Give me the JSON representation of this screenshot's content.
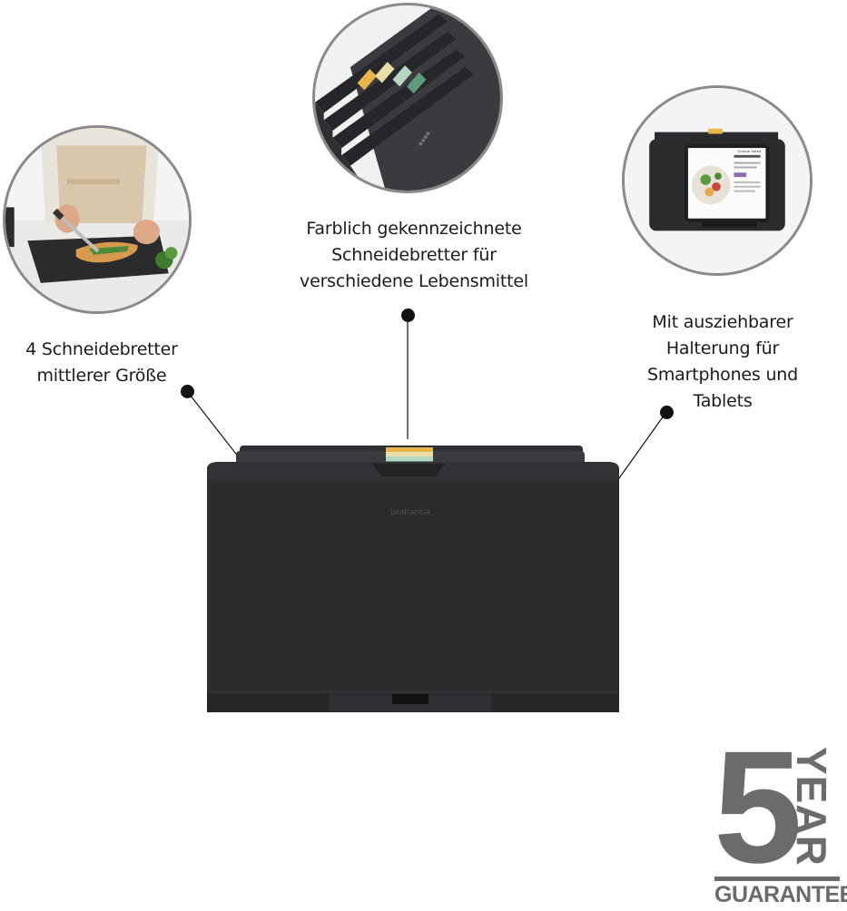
{
  "captions": {
    "left": [
      "4 Schneidebretter",
      "mittlerer Größe"
    ],
    "center": [
      "Farblich gekennzeichnete",
      "Schneidebretter für",
      "verschiedene Lebensmittel"
    ],
    "right": [
      "Mit ausziehbarer",
      "Halterung für",
      "Smartphones und",
      "Tablets"
    ]
  },
  "product": {
    "brand": "brabantia",
    "colors": {
      "body": "#2b2c2e",
      "board_yellow": "#e8b54a",
      "board_cream": "#e9dca7",
      "board_mint": "#b6d6bf",
      "board_green": "#5e9b7a"
    }
  },
  "tablet_screen": {
    "heading": "Quinoa Salad"
  },
  "guarantee": {
    "number": "5",
    "word": "YEAR",
    "label": "GUARANTEE",
    "color": "#6b6b6b"
  }
}
